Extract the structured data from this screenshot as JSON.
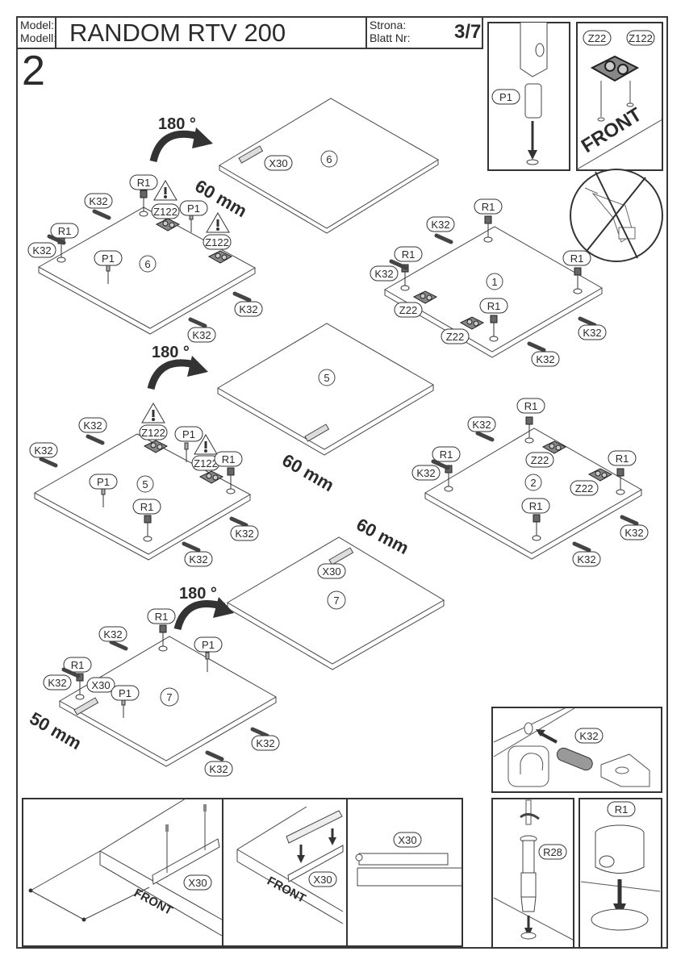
{
  "header": {
    "model_label_1": "Model:",
    "model_label_2": "Modell:",
    "model_name": "RANDOM RTV 200",
    "page_label_1": "Strona:",
    "page_label_2": "Blatt Nr:",
    "page_number": "3/7"
  },
  "step_number": "2",
  "parts": {
    "r1": "R1",
    "k32": "K32",
    "p1": "P1",
    "z22": "Z22",
    "z122": "Z122",
    "x30": "X30",
    "r28": "R28"
  },
  "panels": [
    {
      "id": "6",
      "label": "6",
      "rotation": "180 °",
      "offset": "60 mm"
    },
    {
      "id": "1",
      "label": "1"
    },
    {
      "id": "5",
      "label": "5",
      "rotation": "180 °",
      "offset": "60 mm"
    },
    {
      "id": "2",
      "label": "2"
    },
    {
      "id": "7",
      "label": "7",
      "rotation": "180 °",
      "offset": "60 mm",
      "offset_alt": "50 mm"
    }
  ],
  "front_label": "FRONT",
  "details": {
    "p1_detail": "P1",
    "hinge_detail": [
      "Z22",
      "Z122"
    ],
    "k32_detail": "K32",
    "r28_detail": "R28",
    "r1_detail": "R1",
    "x30_details": [
      "X30",
      "X30",
      "X30"
    ]
  },
  "icons": [
    "hammer-icon",
    "no-drill-icon",
    "warning-icon",
    "safety-goggles-icon",
    "rotate-arrow-icon"
  ]
}
